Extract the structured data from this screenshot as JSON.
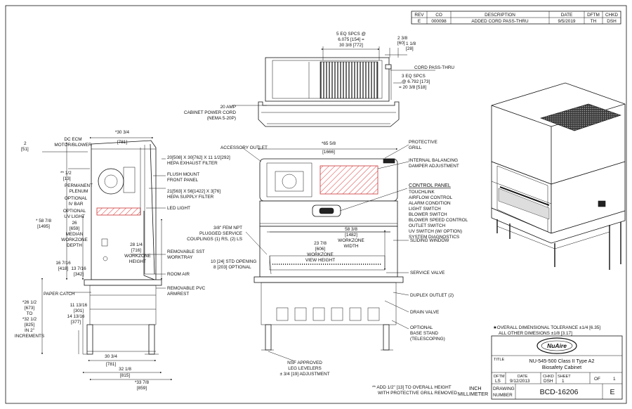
{
  "revision_block": {
    "headers": [
      "REV",
      "CO",
      "DESCRIPTION",
      "DATE",
      "DFTM",
      "CHKD"
    ],
    "row": [
      "E",
      "000098",
      "ADDED CORD PASS-THRU",
      "9/5/2019",
      "TH",
      "DSH"
    ]
  },
  "top_view": {
    "dim_spacing_1": "5 EQ SPCS @",
    "dim_spacing_2": "6.075 [154] =",
    "dim_spacing_3": "30 3/8 [772]",
    "dim_right_1": "2 3/8",
    "dim_right_2": "[60]",
    "dim_right_3": "1 1/8",
    "dim_right_4": "[28]",
    "cord_pass_thru": "CORD PASS-THRU",
    "spcs_1": "3 EQ SPCS",
    "spcs_2": "@ 6.792 [173]",
    "spcs_3": "= 20 3/8 [518]",
    "cord_1": "20 AMP",
    "cord_2": "CABINET POWER CORD",
    "cord_3": "(NEMA 5-20P)"
  },
  "side_view": {
    "width_1": "*30 3/4",
    "width_2": "[781]",
    "dc_ecm_1": "DC ECM",
    "dc_ecm_2": "MOTOR/BLOWER",
    "dim2_1": "2",
    "dim2_2": "[51]",
    "half_1": "** 1/2",
    "half_2": "[13]",
    "plenum_1": "PERMANENT",
    "plenum_2": "PLENUM",
    "iv_1": "OPTIONAL",
    "iv_2": "IV BAR",
    "uv_1": "OPTIONAL",
    "uv_2": "UV LIGHT",
    "height_1": "* 58 7/8",
    "height_2": "[1495]",
    "depth_1": "26",
    "depth_2": "[659]",
    "depth_3": "MEDIAN",
    "depth_4": "WORKZONE",
    "depth_5": "DEPTH",
    "workzone_1": "28 1/4",
    "workzone_2": "[716]",
    "workzone_3": "WORKZONE",
    "workzone_4": "HEIGHT",
    "d1": "16 7/16",
    "d1b": "[418]",
    "d2": "13 7/16",
    "d2b": "[342]",
    "paper_catch": "PAPER CATCH",
    "range_1": "*26 1/2",
    "range_2": "[673]",
    "range_3": "TO",
    "range_4": "*32 1/2",
    "range_5": "[825]",
    "range_6": "IN 2\"",
    "range_7": "INCREMENTS",
    "d3": "11 13/16",
    "d3b": "[301]",
    "d4": "14 13/16",
    "d4b": "[377]",
    "base_1": "30 3/4",
    "base_2": "[781]",
    "base_3": "32 1/8",
    "base_4": "[815]",
    "base_5": "*33 7/8",
    "base_6": "[859]",
    "hepa_exhaust_1": "20[508] X 30[762] X 11 1/2[292]",
    "hepa_exhaust_2": "HEPA EXHAUST FILTER",
    "flush_1": "FLUSH MOUNT",
    "flush_2": "FRONT PANEL",
    "hepa_supply_1": "21[563] X 56[1422] X 3[76]",
    "hepa_supply_2": "HEPA SUPPLY FILTER",
    "led": "LED LIGHT",
    "worktray_1": "REMOVABLE SST",
    "worktray_2": "WORKTRAY",
    "room_air": "ROOM AIR",
    "armrest_1": "REMOVABLE PVC",
    "armrest_2": "ARMREST"
  },
  "front_view": {
    "accessory": "ACCESSORY OUTLET",
    "width_1": "*65 5/8",
    "width_2": "[1666]",
    "grill_1": "PROTECTIVE",
    "grill_2": "GRILL",
    "damper_1": "INTERNAL BALANCING",
    "damper_2": "DAMPER ADJUSTMENT",
    "control_title": "CONTROL PANEL",
    "control_items": [
      "TOUCHLINK",
      "AIRFLOW CONTROL",
      "ALARM CONDITION",
      "LIGHT SWITCH",
      "BLOWER SWITCH",
      "BLOWER SPEED CONTROL",
      "OUTLET SWITCH",
      "UV SWITCH (W/ OPTION)",
      "SYSTEM DIAGNOSTICS"
    ],
    "fem_1": "3/8\" FEM NPT",
    "fem_2": "PLUGGED SERVICE",
    "fem_3": "COUPLINGS (1) RS, (2) LS",
    "ww_1": "58 3/8",
    "ww_2": "[1482]",
    "ww_3": "WORKZONE",
    "ww_4": "WIDTH",
    "vh_1": "23 7/8",
    "vh_2": "[606]",
    "vh_3": "WORKZONE",
    "vh_4": "VIEW HEIGHT",
    "std_1": "10 [24] STD OPENING",
    "std_2": "8 [203] OPTIONAL",
    "sliding": "SLIDING WINDOW",
    "service": "SERVICE VALVE",
    "duplex": "DUPLEX OUTLET (2)",
    "drain": "DRAIN VALVE",
    "stand_1": "OPTIONAL",
    "stand_2": "BASE STAND",
    "stand_3": "(TELESCOPING)",
    "nsf_1": "NSF APPROVED",
    "nsf_2": "LEG LEVELERS",
    "nsf_3": "± 3/4 [19] ADJUSTMENT"
  },
  "notes": {
    "tolerance_1": "★OVERALL DIMENSIONAL TOLERANCE ±1/4 [6.35]",
    "tolerance_2": "ALL OTHER DIMESIONS ±1/8 [3.17]",
    "note_1": "** ADD 1/2\" [13] TO OVERALL HEIGHT",
    "note_2": "WITH PROTECTIVE GRILL REMOVED",
    "units_1": "INCH",
    "units_2": "MILLIMETER"
  },
  "title_block": {
    "logo": "NuAire",
    "title_label": "TITLE",
    "title_1": "NU-545-500 Class II Type A2",
    "title_2": "Biosafety Cabinet",
    "dftm_label": "DFTM",
    "dftm": "LS",
    "date_label": "DATE",
    "date": "9/12/2013",
    "chkd_label": "CHKD",
    "chkd": "DSH",
    "sheet_label": "SHEET",
    "sheet": "1",
    "of_label": "OF",
    "sheet_total": "1",
    "drawing_label_1": "DRAWING",
    "drawing_label_2": "NUMBER",
    "drawing_number": "BCD-16206",
    "rev": "E"
  }
}
